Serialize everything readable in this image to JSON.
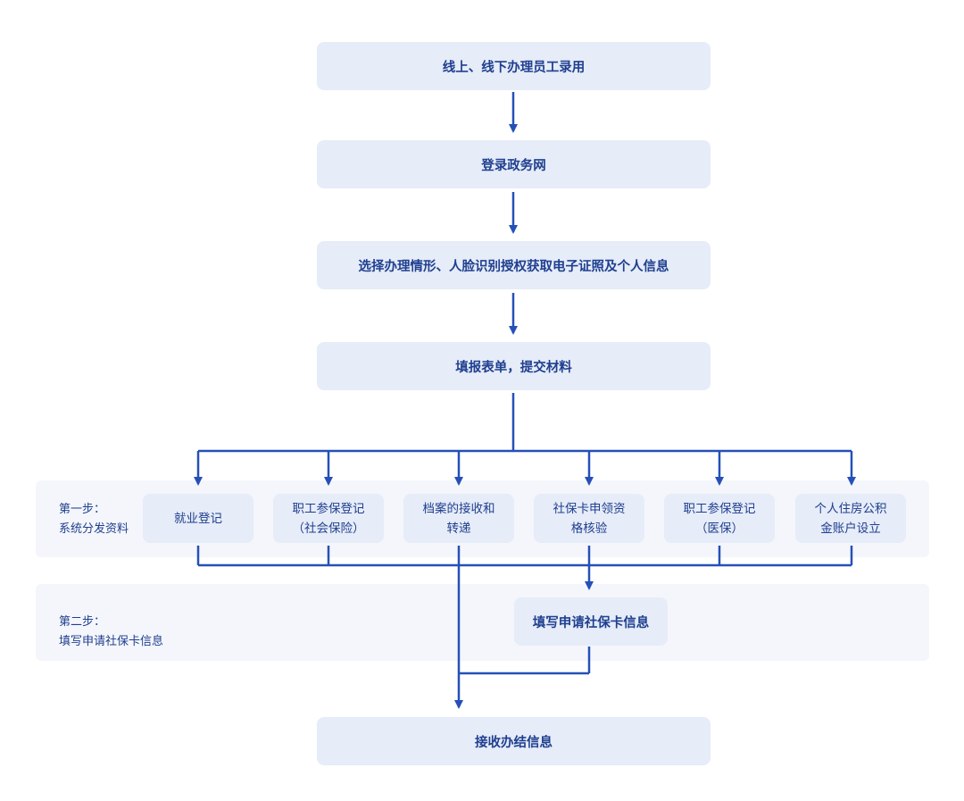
{
  "main_steps": [
    "线上、线下办理员工录用",
    "登录政务网",
    "选择办理情形、人脸识别授权获取电子证照及个人信息",
    "填报表单，提交材料"
  ],
  "step1": {
    "label_line1": "第一步：",
    "label_line2": "系统分发资料",
    "items": [
      {
        "line1": "就业登记",
        "line2": ""
      },
      {
        "line1": "职工参保登记",
        "line2": "（社会保险）"
      },
      {
        "line1": "档案的接收和",
        "line2": "转递"
      },
      {
        "line1": "社保卡申领资",
        "line2": "格核验"
      },
      {
        "line1": "职工参保登记",
        "line2": "（医保）"
      },
      {
        "line1": "个人住房公积",
        "line2": "金账户设立"
      }
    ]
  },
  "step2": {
    "label_line1": "第二步：",
    "label_line2": "填写申请社保卡信息",
    "box": "填写申请社保卡信息"
  },
  "final_step": "接收办结信息",
  "colors": {
    "line": "#2550b8",
    "box_fill": "#e6ecf8",
    "band_fill": "#f4f6fb",
    "text": "#1f3f8f"
  }
}
